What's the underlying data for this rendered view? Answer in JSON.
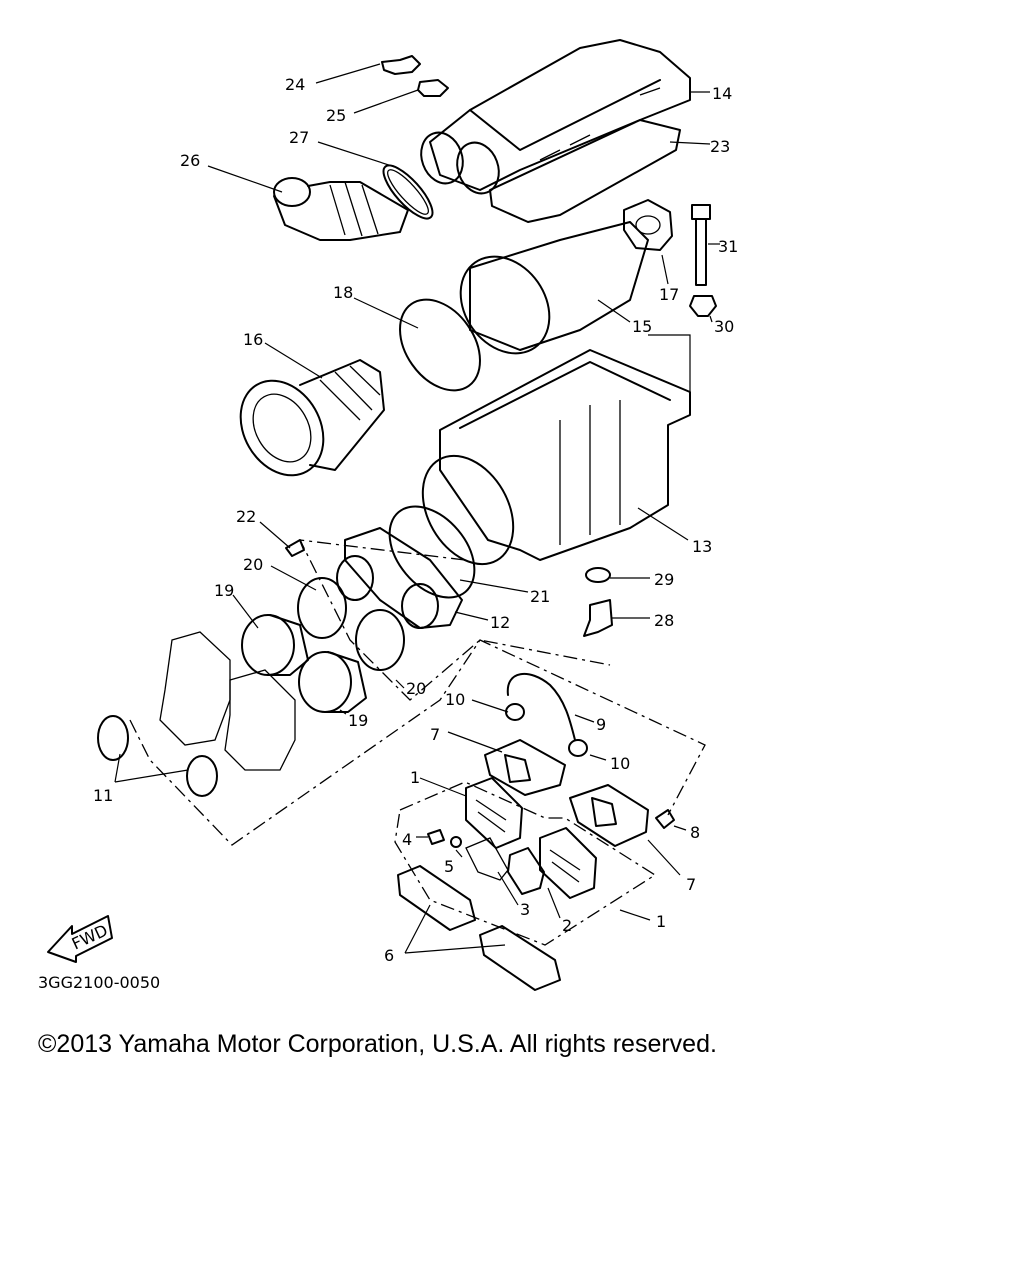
{
  "diagram": {
    "drawing_code": "3GG2100-0050",
    "fwd_label": "FWD",
    "callouts": [
      {
        "id": "c24",
        "text": "24"
      },
      {
        "id": "c25",
        "text": "25"
      },
      {
        "id": "c27",
        "text": "27"
      },
      {
        "id": "c26",
        "text": "26"
      },
      {
        "id": "c14",
        "text": "14"
      },
      {
        "id": "c23",
        "text": "23"
      },
      {
        "id": "c31",
        "text": "31"
      },
      {
        "id": "c17",
        "text": "17"
      },
      {
        "id": "c30",
        "text": "30"
      },
      {
        "id": "c18",
        "text": "18"
      },
      {
        "id": "c15",
        "text": "15"
      },
      {
        "id": "c16",
        "text": "16"
      },
      {
        "id": "c13",
        "text": "13"
      },
      {
        "id": "c22",
        "text": "22"
      },
      {
        "id": "c20a",
        "text": "20"
      },
      {
        "id": "c19a",
        "text": "19"
      },
      {
        "id": "c29",
        "text": "29"
      },
      {
        "id": "c21",
        "text": "21"
      },
      {
        "id": "c12",
        "text": "12"
      },
      {
        "id": "c28",
        "text": "28"
      },
      {
        "id": "c20b",
        "text": "20"
      },
      {
        "id": "c19b",
        "text": "19"
      },
      {
        "id": "c10a",
        "text": "10"
      },
      {
        "id": "c9",
        "text": "9"
      },
      {
        "id": "c7a",
        "text": "7"
      },
      {
        "id": "c10b",
        "text": "10"
      },
      {
        "id": "c1a",
        "text": "1"
      },
      {
        "id": "c11",
        "text": "11"
      },
      {
        "id": "c8",
        "text": "8"
      },
      {
        "id": "c4",
        "text": "4"
      },
      {
        "id": "c5",
        "text": "5"
      },
      {
        "id": "c7b",
        "text": "7"
      },
      {
        "id": "c3",
        "text": "3"
      },
      {
        "id": "c2",
        "text": "2"
      },
      {
        "id": "c1b",
        "text": "1"
      },
      {
        "id": "c6",
        "text": "6"
      }
    ]
  },
  "copyright": "©2013 Yamaha Motor Corporation, U.S.A. All rights reserved."
}
